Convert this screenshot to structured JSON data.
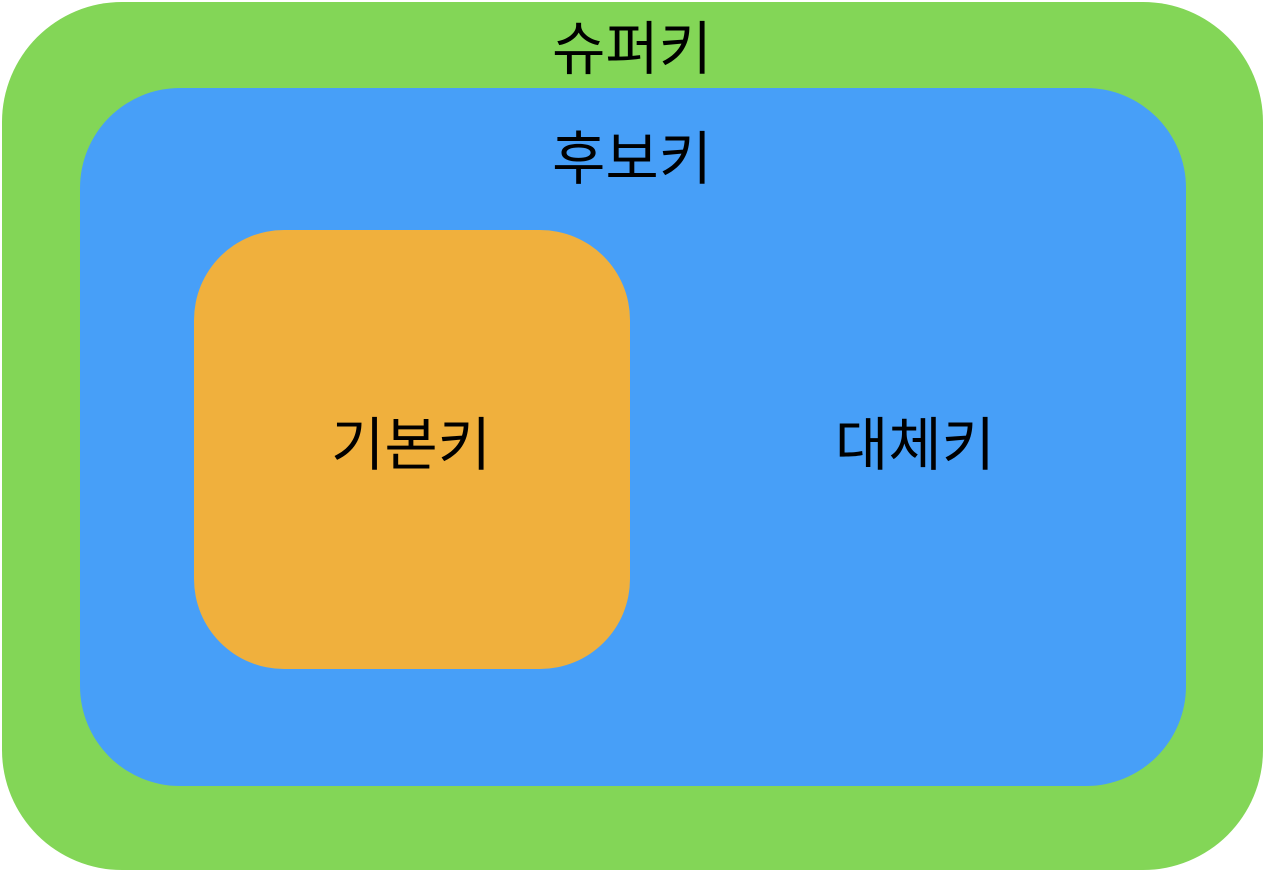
{
  "diagram": {
    "superkey": {
      "label": "슈퍼키",
      "color": "#83D657"
    },
    "candidate_key": {
      "label": "후보키",
      "color": "#479FF8"
    },
    "primary_key": {
      "label": "기본키",
      "color": "#F0B03D"
    },
    "alternate_key": {
      "label": "대체키"
    }
  }
}
